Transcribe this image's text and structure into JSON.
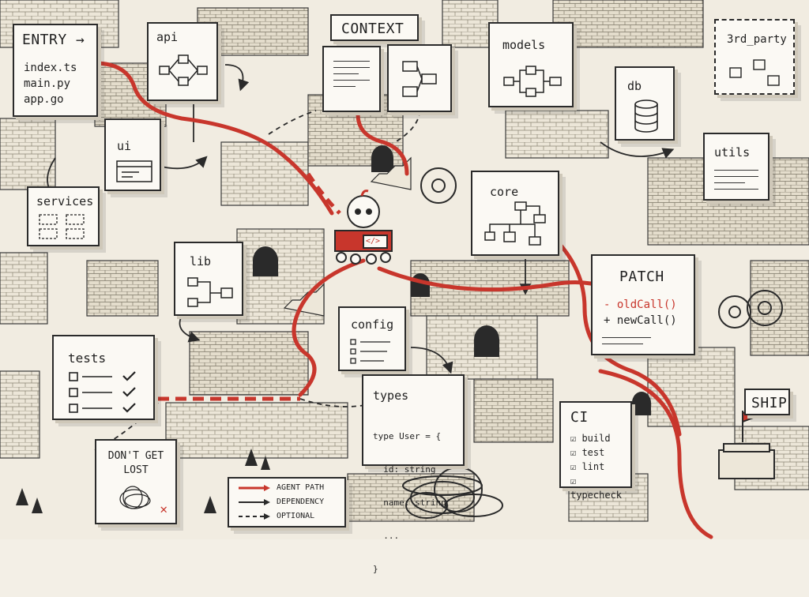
{
  "entry": {
    "title": "ENTRY →",
    "files": [
      "index.ts",
      "main.py",
      "app.go"
    ]
  },
  "modules": {
    "api": "api",
    "ui": "ui",
    "services": "services",
    "lib": "lib",
    "context": "CONTEXT",
    "models": "models",
    "db": "db",
    "third_party": "3rd_party",
    "utils": "utils",
    "core": "core",
    "config": "config",
    "tests": "tests"
  },
  "bot_badge": "</>",
  "patch": {
    "title": "PATCH",
    "removed": "- oldCall()",
    "added": "+ newCall()"
  },
  "types": {
    "title": "types",
    "code": [
      "type User = {",
      "  id: string",
      "  name: string",
      "  ...",
      "}"
    ]
  },
  "ci": {
    "title": "CI",
    "checks": [
      "build",
      "test",
      "lint",
      "typecheck"
    ]
  },
  "ship": "SHIP",
  "warning": {
    "line1": "DON'T GET",
    "line2": "LOST",
    "mark": "✕"
  },
  "legend": [
    {
      "label": "AGENT PATH",
      "style": "agent"
    },
    {
      "label": "DEPENDENCY",
      "style": "dependency"
    },
    {
      "label": "OPTIONAL",
      "style": "optional"
    }
  ],
  "colors": {
    "agent_path": "#c8362c",
    "ink": "#2a2a2a",
    "paper": "#fbf9f4",
    "background": "#f3efe6"
  }
}
